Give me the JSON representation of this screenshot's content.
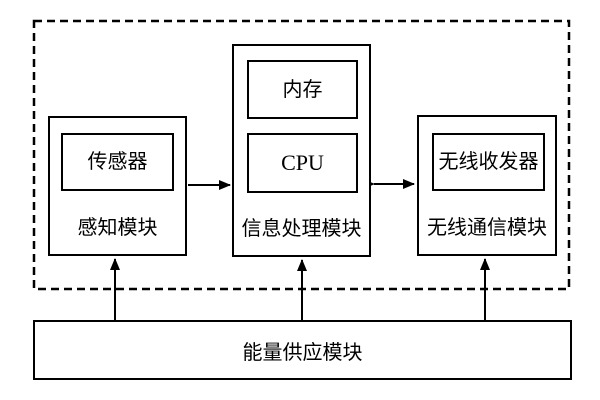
{
  "modules": {
    "sensing": {
      "label": "感知模块",
      "inner": "传感器"
    },
    "processing": {
      "label": "信息处理模块",
      "memory": "内存",
      "cpu": "CPU"
    },
    "wireless": {
      "label": "无线通信模块",
      "inner": "无线收发器"
    },
    "energy": {
      "label": "能量供应模块"
    }
  },
  "connections": [
    "sensing → processing (single arrow)",
    "processing ↔ wireless (double arrow)",
    "energy → sensing (up arrow)",
    "energy → processing (up arrow)",
    "energy → wireless (up arrow)"
  ],
  "colors": {
    "line": "#000000",
    "background": "#ffffff"
  }
}
